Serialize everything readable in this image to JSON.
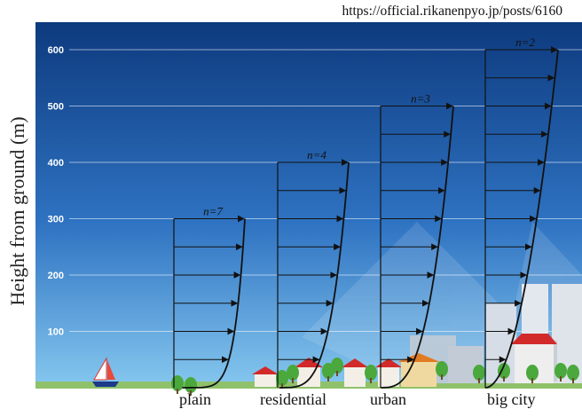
{
  "source_url": "https://official.rikanenpyo.jp/posts/6160",
  "y_axis_label": "Height from ground (m)",
  "y_ticks": [
    "100",
    "200",
    "300",
    "400",
    "500",
    "600"
  ],
  "profiles": [
    {
      "terrain": "plain",
      "n_label": "n=7",
      "n": 7,
      "top_height_m": 300
    },
    {
      "terrain": "residential",
      "n_label": "n=4",
      "n": 4,
      "top_height_m": 400
    },
    {
      "terrain": "urban",
      "n_label": "n=3",
      "n": 3,
      "top_height_m": 500
    },
    {
      "terrain": "big city",
      "n_label": "n=2",
      "n": 2,
      "top_height_m": 600
    }
  ],
  "colors": {
    "sky_top": "#0d3a7e",
    "sky_bottom": "#79c3ee",
    "arrow": "#111111",
    "roof": "#d22a2a",
    "tree": "#4aa83c"
  },
  "icons": [
    "sailboat-icon",
    "house-icon",
    "tree-icon",
    "skyscraper-icon"
  ]
}
